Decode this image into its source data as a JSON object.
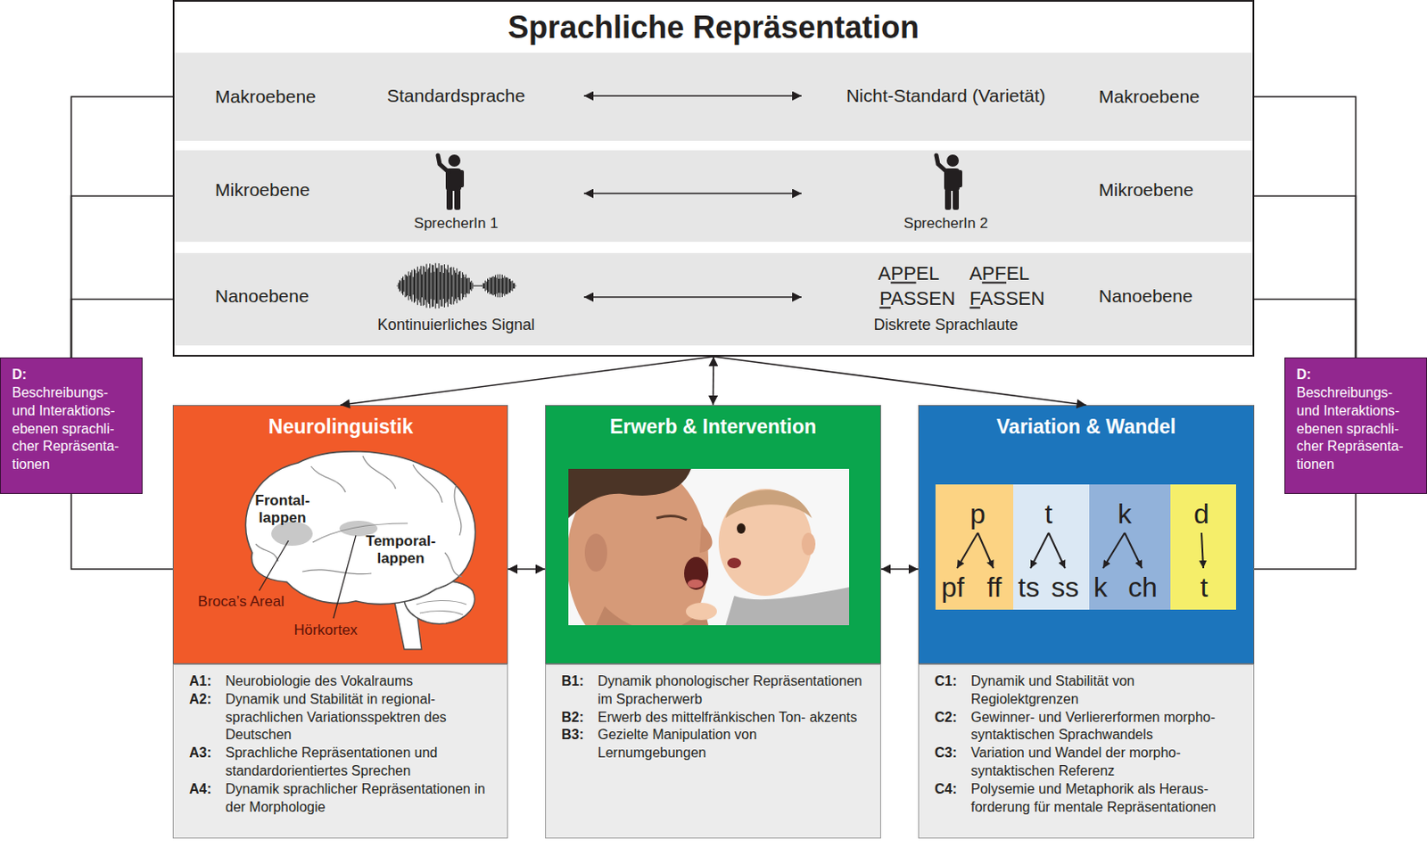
{
  "diagram": {
    "nodes": [
      {
        "text": [
          "Sprachliche Repräsentation"
        ]
      },
      {
        "text": [
          "Makroebene",
          "Makroebene"
        ],
        "in": 0
      },
      {
        "text": [
          "Standardsprache"
        ],
        "in": 1
      },
      {
        "text": [
          "Nicht-Standard (Varietät)"
        ],
        "in": 1
      },
      {
        "text": [
          "Mikroebene",
          "Mikroebene"
        ],
        "in": 0
      },
      {
        "text": [
          "SprecherIn 1"
        ],
        "in": 4
      },
      {
        "text": [
          "SprecherIn 2"
        ],
        "in": 4
      },
      {
        "text": [
          "Nanoebene",
          "Nanoebene"
        ],
        "in": 0
      },
      {
        "text": [
          "Kontinuierliches Signal"
        ],
        "in": 7
      },
      {
        "text": [
          "Diskrete Sprachlaute"
        ],
        "in": 7
      },
      {
        "text": [
          "D:",
          "Beschreibungs- und Interaktions- ebenen sprachli- cher Repräsenta- tionen"
        ]
      },
      {
        "text": [
          "Neurolinguistik"
        ]
      },
      {
        "text": [
          "A1:",
          "Neurobiologie des Vokalraums",
          "A2:",
          "Dynamik und Stabilität in regional- sprachlichen Variationsspektren des Deutschen",
          "A3:",
          "Sprachliche Repräsentationen und standardorientiertes Sprechen",
          "A4:",
          "Dynamik sprachlicher Repräsentationen in der Morphologie"
        ]
      },
      {
        "text": [
          "Erwerb & Intervention"
        ]
      },
      {
        "text": [
          "B1:",
          "Dynamik phonologischer Repräsentationen im Spracherwerb",
          "B2:",
          "Erwerb des mittelfränkischen Ton- akzents",
          "B3:",
          "Gezielte Manipulation von Lernumgebungen"
        ]
      },
      {
        "text": [
          "Variation & Wandel"
        ]
      },
      {
        "text": [
          "C1:",
          "Dynamik und Stabilität von Regiolektgrenzen",
          "C2:",
          "Gewinner- und Verliererformen morpho-syntaktischen Sprachwandels",
          "C3:",
          "Variation und Wandel der morpho- syntaktischen Referenz",
          "C4:",
          "Polysemie und Metaphorik als Heraus- forderung für mentale Repräsentationen"
        ]
      },
      {
        "text": [
          "D:",
          "Beschreibungs- und Interaktions- ebenen sprachli- cher Repräsenta- tionen"
        ]
      }
    ],
    "edges": [
      {
        "from": 2,
        "to": 3,
        "arrow": "both"
      },
      {
        "from": 5,
        "to": 6,
        "arrow": "both"
      },
      {
        "from": 8,
        "to": 9,
        "arrow": "both"
      },
      {
        "from": 0,
        "to": 11,
        "arrow": "to"
      },
      {
        "from": 0,
        "to": 13,
        "arrow": "both"
      },
      {
        "from": 0,
        "to": 15,
        "arrow": "to"
      },
      {
        "from": 11,
        "to": 13,
        "arrow": "both"
      },
      {
        "from": 13,
        "to": 15,
        "arrow": "both"
      },
      {
        "from": 10,
        "to": 1,
        "arrow": "none"
      },
      {
        "from": 10,
        "to": 4,
        "arrow": "none"
      },
      {
        "from": 10,
        "to": 7,
        "arrow": "none"
      },
      {
        "from": 10,
        "to": 11,
        "arrow": "none"
      },
      {
        "from": 17,
        "to": 1,
        "arrow": "none"
      },
      {
        "from": 17,
        "to": 4,
        "arrow": "none"
      },
      {
        "from": 17,
        "to": 7,
        "arrow": "none"
      },
      {
        "from": 17,
        "to": 15,
        "arrow": "none"
      }
    ],
    "labels": [
      "APPEL",
      "APFEL",
      "PASSEN",
      "FASSEN",
      "Frontal- lappen",
      "Temporal- lappen",
      "Broca’s Areal",
      "Hörkortex",
      "p",
      "t",
      "k",
      "d",
      "pf",
      "ff",
      "ts",
      "ss",
      "k",
      "ch",
      "t"
    ]
  }
}
